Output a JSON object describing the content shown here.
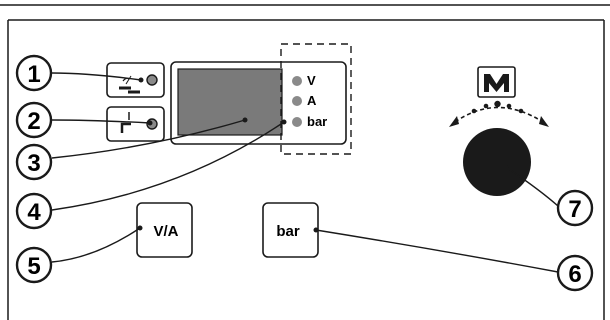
{
  "callouts": [
    {
      "number": "1"
    },
    {
      "number": "2"
    },
    {
      "number": "3"
    },
    {
      "number": "4"
    },
    {
      "number": "5"
    },
    {
      "number": "6"
    },
    {
      "number": "7"
    }
  ],
  "indicators": [
    {
      "label": "V"
    },
    {
      "label": "A"
    },
    {
      "label": "bar"
    }
  ],
  "buttons": {
    "va_label": "V/A",
    "bar_label": "bar"
  },
  "icons": {
    "mode_1": "short-line-mig-icon",
    "mode_2": "long-line-mig-icon",
    "knob_logo": "synergic-m-logo-icon"
  },
  "colors": {
    "line": "#1a1a1a",
    "led": "#8a8a8a",
    "display": "#7a7a7a",
    "knob": "#1a1a1a"
  }
}
